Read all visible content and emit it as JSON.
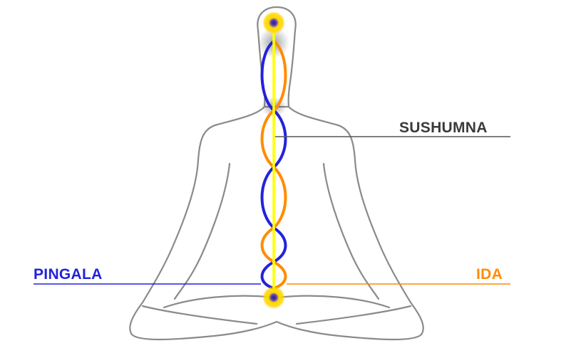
{
  "labels": {
    "sushumna": "SUSHUMNA",
    "pingala": "PINGALA",
    "ida": "IDA"
  },
  "colors": {
    "sushumna": "#3a3a3a",
    "sushumna_channel": "#ffff00",
    "pingala": "#2222dd",
    "ida": "#ff8c00",
    "body_outline": "#8a8a8a",
    "chakra_glow": "#ffd700",
    "chakra_core": "#2a1a8a"
  }
}
